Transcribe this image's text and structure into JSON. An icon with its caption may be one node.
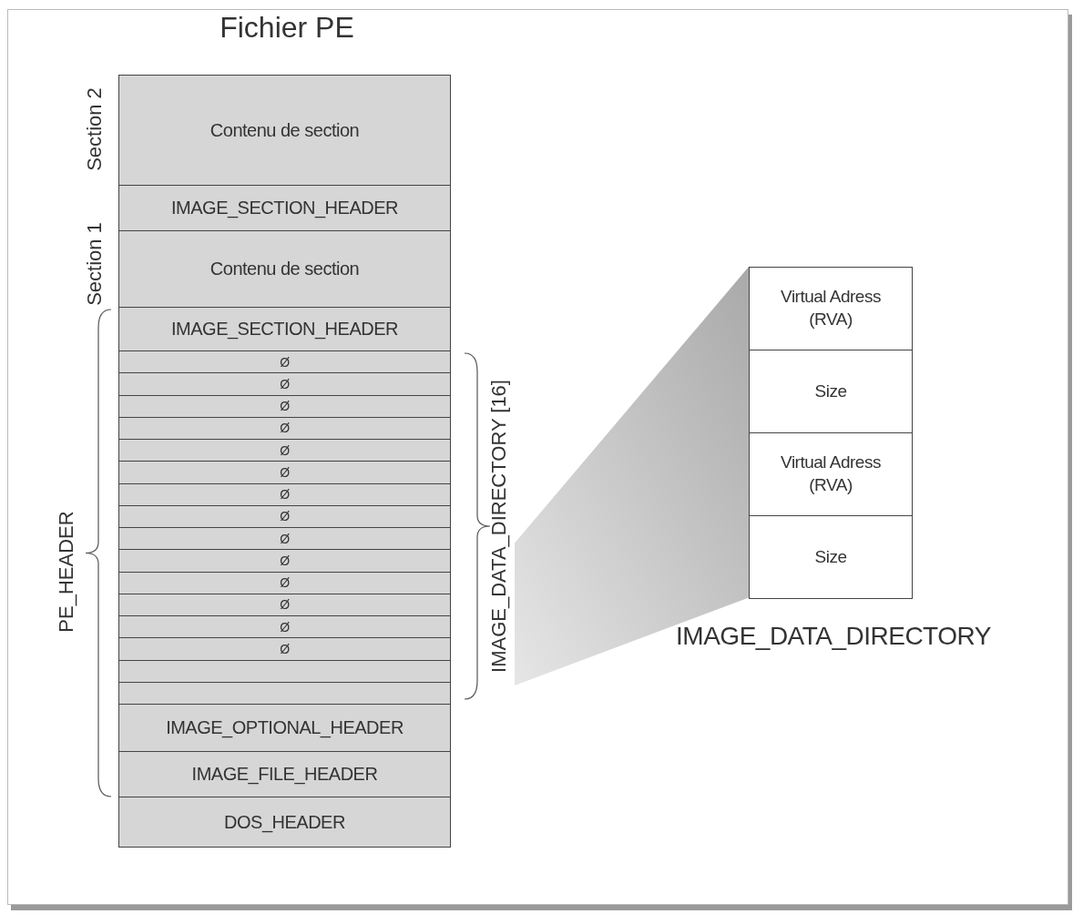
{
  "diagram": {
    "title": "Fichier PE",
    "nodes": [
      {
        "text": [
          "Contenu de section"
        ]
      },
      {
        "text": [
          "IMAGE_SECTION_HEADER"
        ]
      },
      {
        "text": [
          "Contenu de section"
        ]
      },
      {
        "text": [
          "IMAGE_SECTION_HEADER"
        ]
      },
      {
        "text": [
          "Ø"
        ]
      },
      {
        "text": [
          "Ø"
        ]
      },
      {
        "text": [
          "Ø"
        ]
      },
      {
        "text": [
          "Ø"
        ]
      },
      {
        "text": [
          "Ø"
        ]
      },
      {
        "text": [
          "Ø"
        ]
      },
      {
        "text": [
          "Ø"
        ]
      },
      {
        "text": [
          "Ø"
        ]
      },
      {
        "text": [
          "Ø"
        ]
      },
      {
        "text": [
          "Ø"
        ]
      },
      {
        "text": [
          "Ø"
        ]
      },
      {
        "text": [
          "Ø"
        ]
      },
      {
        "text": [
          "Ø"
        ]
      },
      {
        "text": [
          "Ø"
        ]
      },
      {
        "text": [],
        "shape": "box"
      },
      {
        "text": [],
        "shape": "box"
      },
      {
        "text": [
          "IMAGE_OPTIONAL_HEADER"
        ]
      },
      {
        "text": [
          "IMAGE_FILE_HEADER"
        ]
      },
      {
        "text": [
          "DOS_HEADER"
        ]
      },
      {
        "text": [
          "IMAGE_DATA_DIRECTORY"
        ]
      },
      {
        "text": [
          "Virtual Adress (RVA)"
        ],
        "in": 23
      },
      {
        "text": [
          "Size"
        ],
        "in": 23
      },
      {
        "text": [
          "Virtual Adress (RVA)"
        ],
        "in": 23
      },
      {
        "text": [
          "Size"
        ],
        "in": 23
      },
      {
        "text": [],
        "shape": "funnel"
      }
    ],
    "labels": [
      "Section 2",
      "Section 1",
      "PE_HEADER",
      "IMAGE_DATA_DIRECTORY [16]"
    ]
  }
}
